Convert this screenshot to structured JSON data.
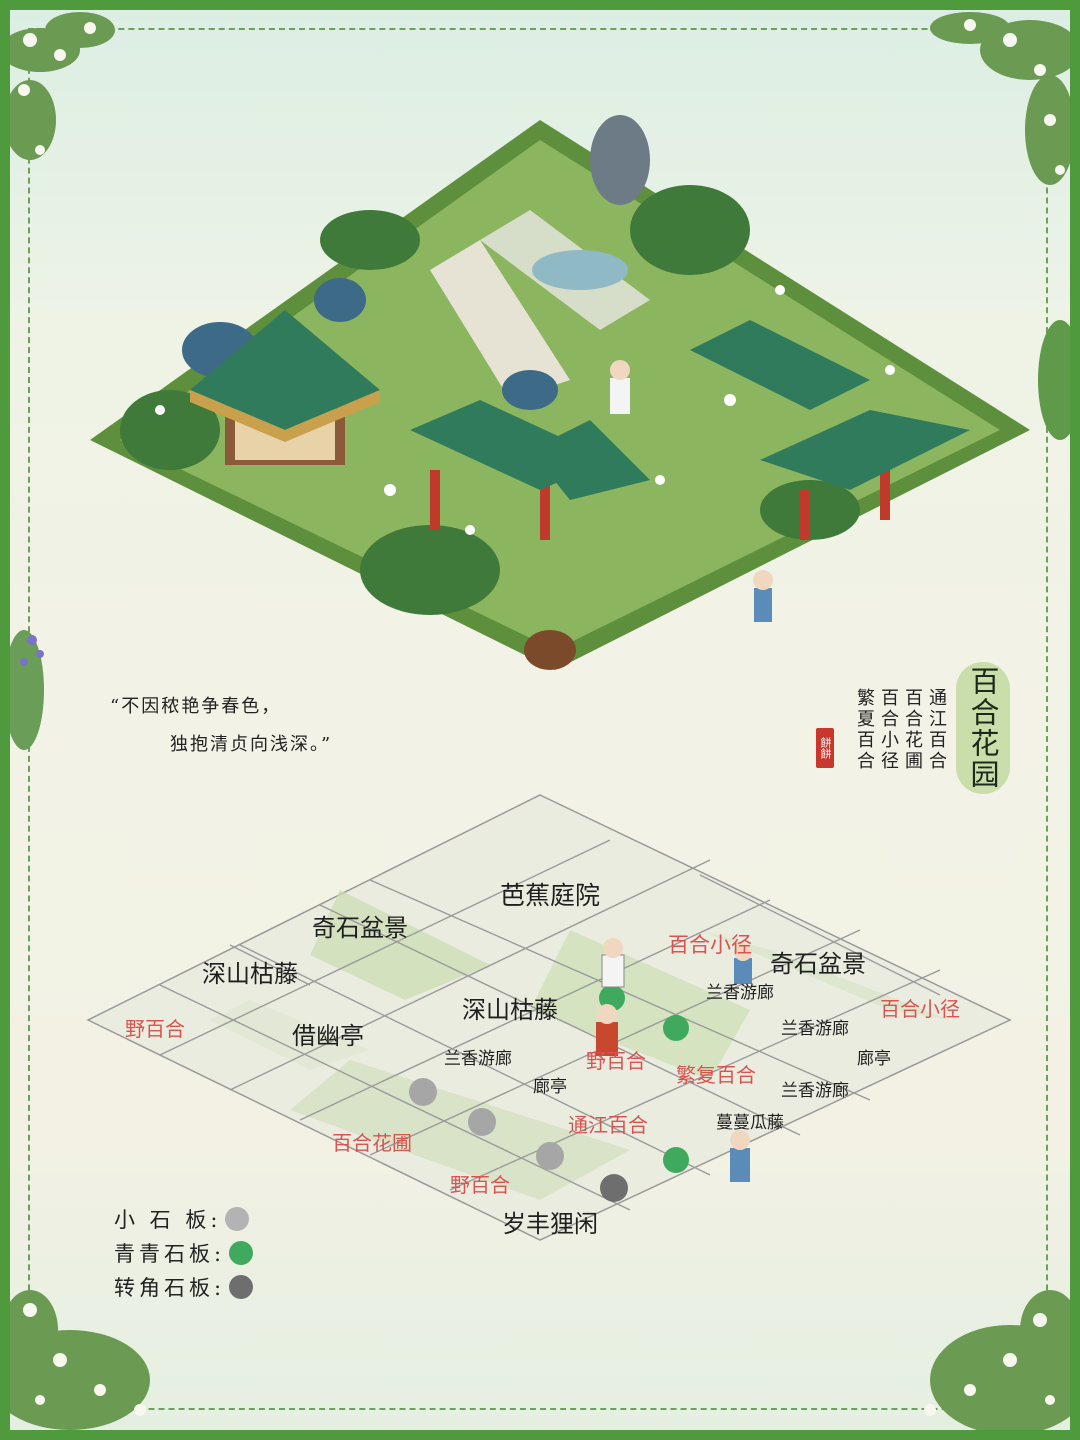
{
  "title": "百合花园",
  "recipe_columns": [
    "通江百合",
    "百合花圃",
    "百合小径",
    "繁夏百合"
  ],
  "seal_text": "餅餅",
  "poem": {
    "line1": "“不因秾艳争春色，",
    "line2": "独抱清贞向浅深。”"
  },
  "map_labels": {
    "bajiao": "芭蕉庭院",
    "qishi_left": "奇石盆景",
    "shenshan_left": "深山枯藤",
    "yebaihe_left": "野百合",
    "jieyouting": "借幽亭",
    "shenshan_mid": "深山枯藤",
    "baihe_xiaojing_top": "百合小径",
    "qishi_right": "奇石盆景",
    "lanxiang_1": "兰香游廊",
    "baihe_xiaojing_right": "百合小径",
    "lanxiang_2": "兰香游廊",
    "lanxiang_left": "兰香游廊",
    "yebaihe_mid": "野百合",
    "fanxia": "繁复百合",
    "langting_right": "廊亭",
    "langting_left": "廊亭",
    "lanxiang_3": "兰香游廊",
    "tongjiang": "通江百合",
    "manman": "蔓蔓瓜藤",
    "baihe_huapu": "百合花圃",
    "yebaihe_bottom": "野百合",
    "suifeng": "岁丰狸闲"
  },
  "legend": [
    {
      "label": "小 石 板:",
      "color": "#b3b3b3"
    },
    {
      "label": "青青石板:",
      "color": "#3fa95e"
    },
    {
      "label": "转角石板:",
      "color": "#6e6e6e"
    }
  ],
  "colors": {
    "label_red": "#d9534f",
    "label_dark": "#1f1f1f",
    "frame_green": "#4e9a3c"
  }
}
